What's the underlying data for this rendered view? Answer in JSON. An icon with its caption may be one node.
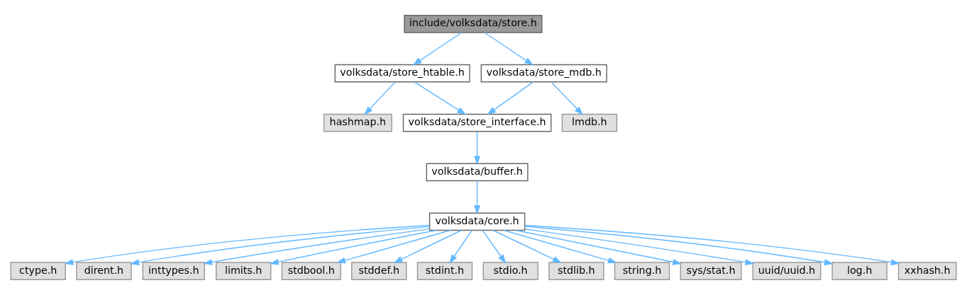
{
  "diagram": {
    "nodes": [
      {
        "text": [
          "include/volksdata/store.h"
        ]
      },
      {
        "text": [
          "volksdata/store_htable.h"
        ]
      },
      {
        "text": [
          "volksdata/store_mdb.h"
        ]
      },
      {
        "text": [
          "hashmap.h"
        ]
      },
      {
        "text": [
          "volksdata/store_interface.h"
        ]
      },
      {
        "text": [
          "lmdb.h"
        ]
      },
      {
        "text": [
          "volksdata/buffer.h"
        ]
      },
      {
        "text": [
          "volksdata/core.h"
        ]
      },
      {
        "text": [
          "ctype.h"
        ]
      },
      {
        "text": [
          "dirent.h"
        ]
      },
      {
        "text": [
          "inttypes.h"
        ]
      },
      {
        "text": [
          "limits.h"
        ]
      },
      {
        "text": [
          "stdbool.h"
        ]
      },
      {
        "text": [
          "stddef.h"
        ]
      },
      {
        "text": [
          "stdint.h"
        ]
      },
      {
        "text": [
          "stdio.h"
        ]
      },
      {
        "text": [
          "stdlib.h"
        ]
      },
      {
        "text": [
          "string.h"
        ]
      },
      {
        "text": [
          "sys/stat.h"
        ]
      },
      {
        "text": [
          "uuid/uuid.h"
        ]
      },
      {
        "text": [
          "log.h"
        ]
      },
      {
        "text": [
          "xxhash.h"
        ]
      }
    ],
    "edges": [
      {
        "from": 0,
        "to": 1,
        "arrow": "to"
      },
      {
        "from": 0,
        "to": 2,
        "arrow": "to"
      },
      {
        "from": 1,
        "to": 3,
        "arrow": "to"
      },
      {
        "from": 1,
        "to": 4,
        "arrow": "to"
      },
      {
        "from": 2,
        "to": 4,
        "arrow": "to"
      },
      {
        "from": 2,
        "to": 5,
        "arrow": "to"
      },
      {
        "from": 4,
        "to": 6,
        "arrow": "to"
      },
      {
        "from": 6,
        "to": 7,
        "arrow": "to"
      },
      {
        "from": 7,
        "to": 8,
        "arrow": "to"
      },
      {
        "from": 7,
        "to": 9,
        "arrow": "to"
      },
      {
        "from": 7,
        "to": 10,
        "arrow": "to"
      },
      {
        "from": 7,
        "to": 11,
        "arrow": "to"
      },
      {
        "from": 7,
        "to": 12,
        "arrow": "to"
      },
      {
        "from": 7,
        "to": 13,
        "arrow": "to"
      },
      {
        "from": 7,
        "to": 14,
        "arrow": "to"
      },
      {
        "from": 7,
        "to": 15,
        "arrow": "to"
      },
      {
        "from": 7,
        "to": 16,
        "arrow": "to"
      },
      {
        "from": 7,
        "to": 17,
        "arrow": "to"
      },
      {
        "from": 7,
        "to": 18,
        "arrow": "to"
      },
      {
        "from": 7,
        "to": 19,
        "arrow": "to"
      },
      {
        "from": 7,
        "to": 20,
        "arrow": "to"
      },
      {
        "from": 7,
        "to": 21,
        "arrow": "to"
      }
    ]
  }
}
